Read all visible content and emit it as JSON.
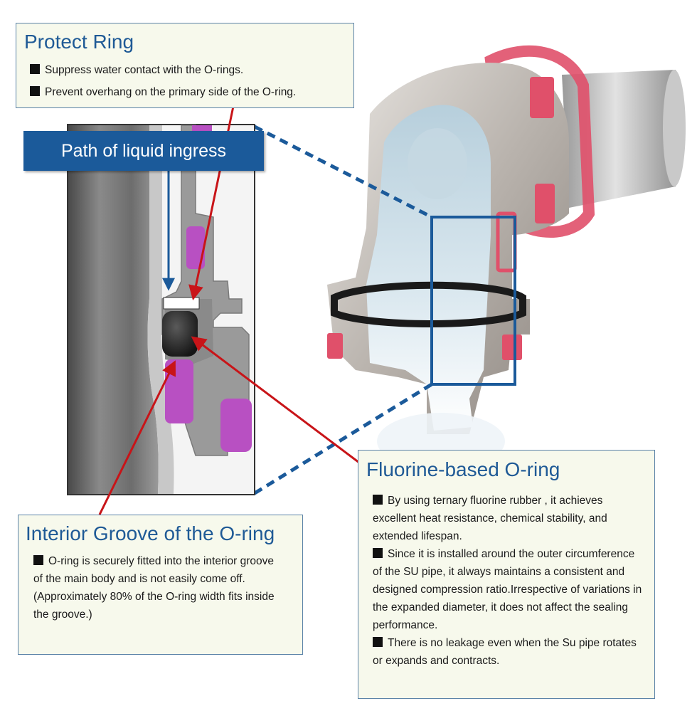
{
  "path_label": "Path of liquid ingress",
  "protect_ring": {
    "title": "Protect Ring",
    "items": [
      "Suppress water contact with the O-rings.",
      "Prevent overhang on the primary side of the O-ring."
    ]
  },
  "interior_groove": {
    "title": "Interior Groove of the O-ring",
    "line1": "O-ring is securely fitted into the interior groove of the main body and is not easily come off.",
    "line2": "(Approximately 80% of the O-ring width fits inside the groove.)"
  },
  "fluorine_oring": {
    "title": "Fluorine-based O-ring",
    "items": [
      "By using ternary fluorine rubber , it achieves excellent heat resistance, chemical stability, and extended lifespan.",
      "Since it is installed around the outer circumference of the SU pipe, it always maintains a consistent and designed compression ratio.Irrespective of variations in the expanded diameter, it does not affect the sealing performance.",
      "There is no leakage even when the Su pipe rotates or expands and contracts."
    ]
  },
  "colors": {
    "title_blue": "#1f5a96",
    "callout_bg": "#f7f9ec",
    "arrow_red": "#c81418",
    "ingress_blue": "#1b5a9a",
    "fitting_pink": "#e0506a",
    "purple_ring": "#b850c2"
  }
}
